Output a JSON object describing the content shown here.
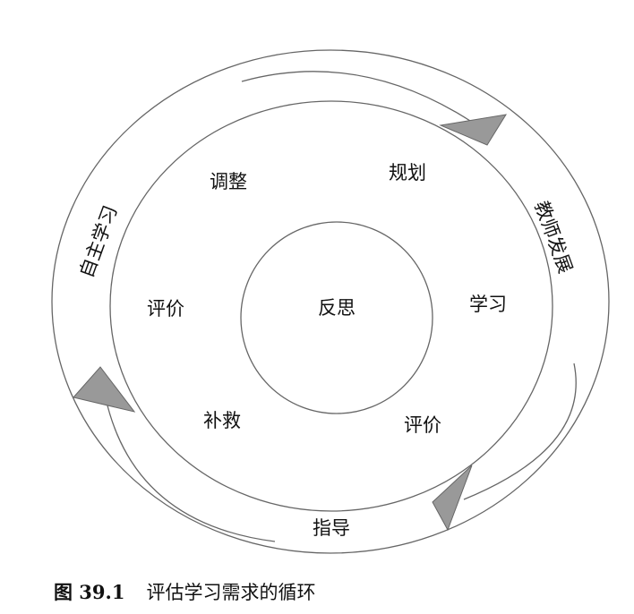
{
  "center": "反思",
  "inner_ring": [
    "规划",
    "学习",
    "评价",
    "补救",
    "评价",
    "调整"
  ],
  "outer_ring": {
    "right": "教师发展",
    "bottom": "指导",
    "left": "自主学习"
  },
  "caption": {
    "number": "图 39.1",
    "text": "评估学习需求的循环"
  },
  "colors": {
    "line": "#666666",
    "arrow": "#999999"
  }
}
